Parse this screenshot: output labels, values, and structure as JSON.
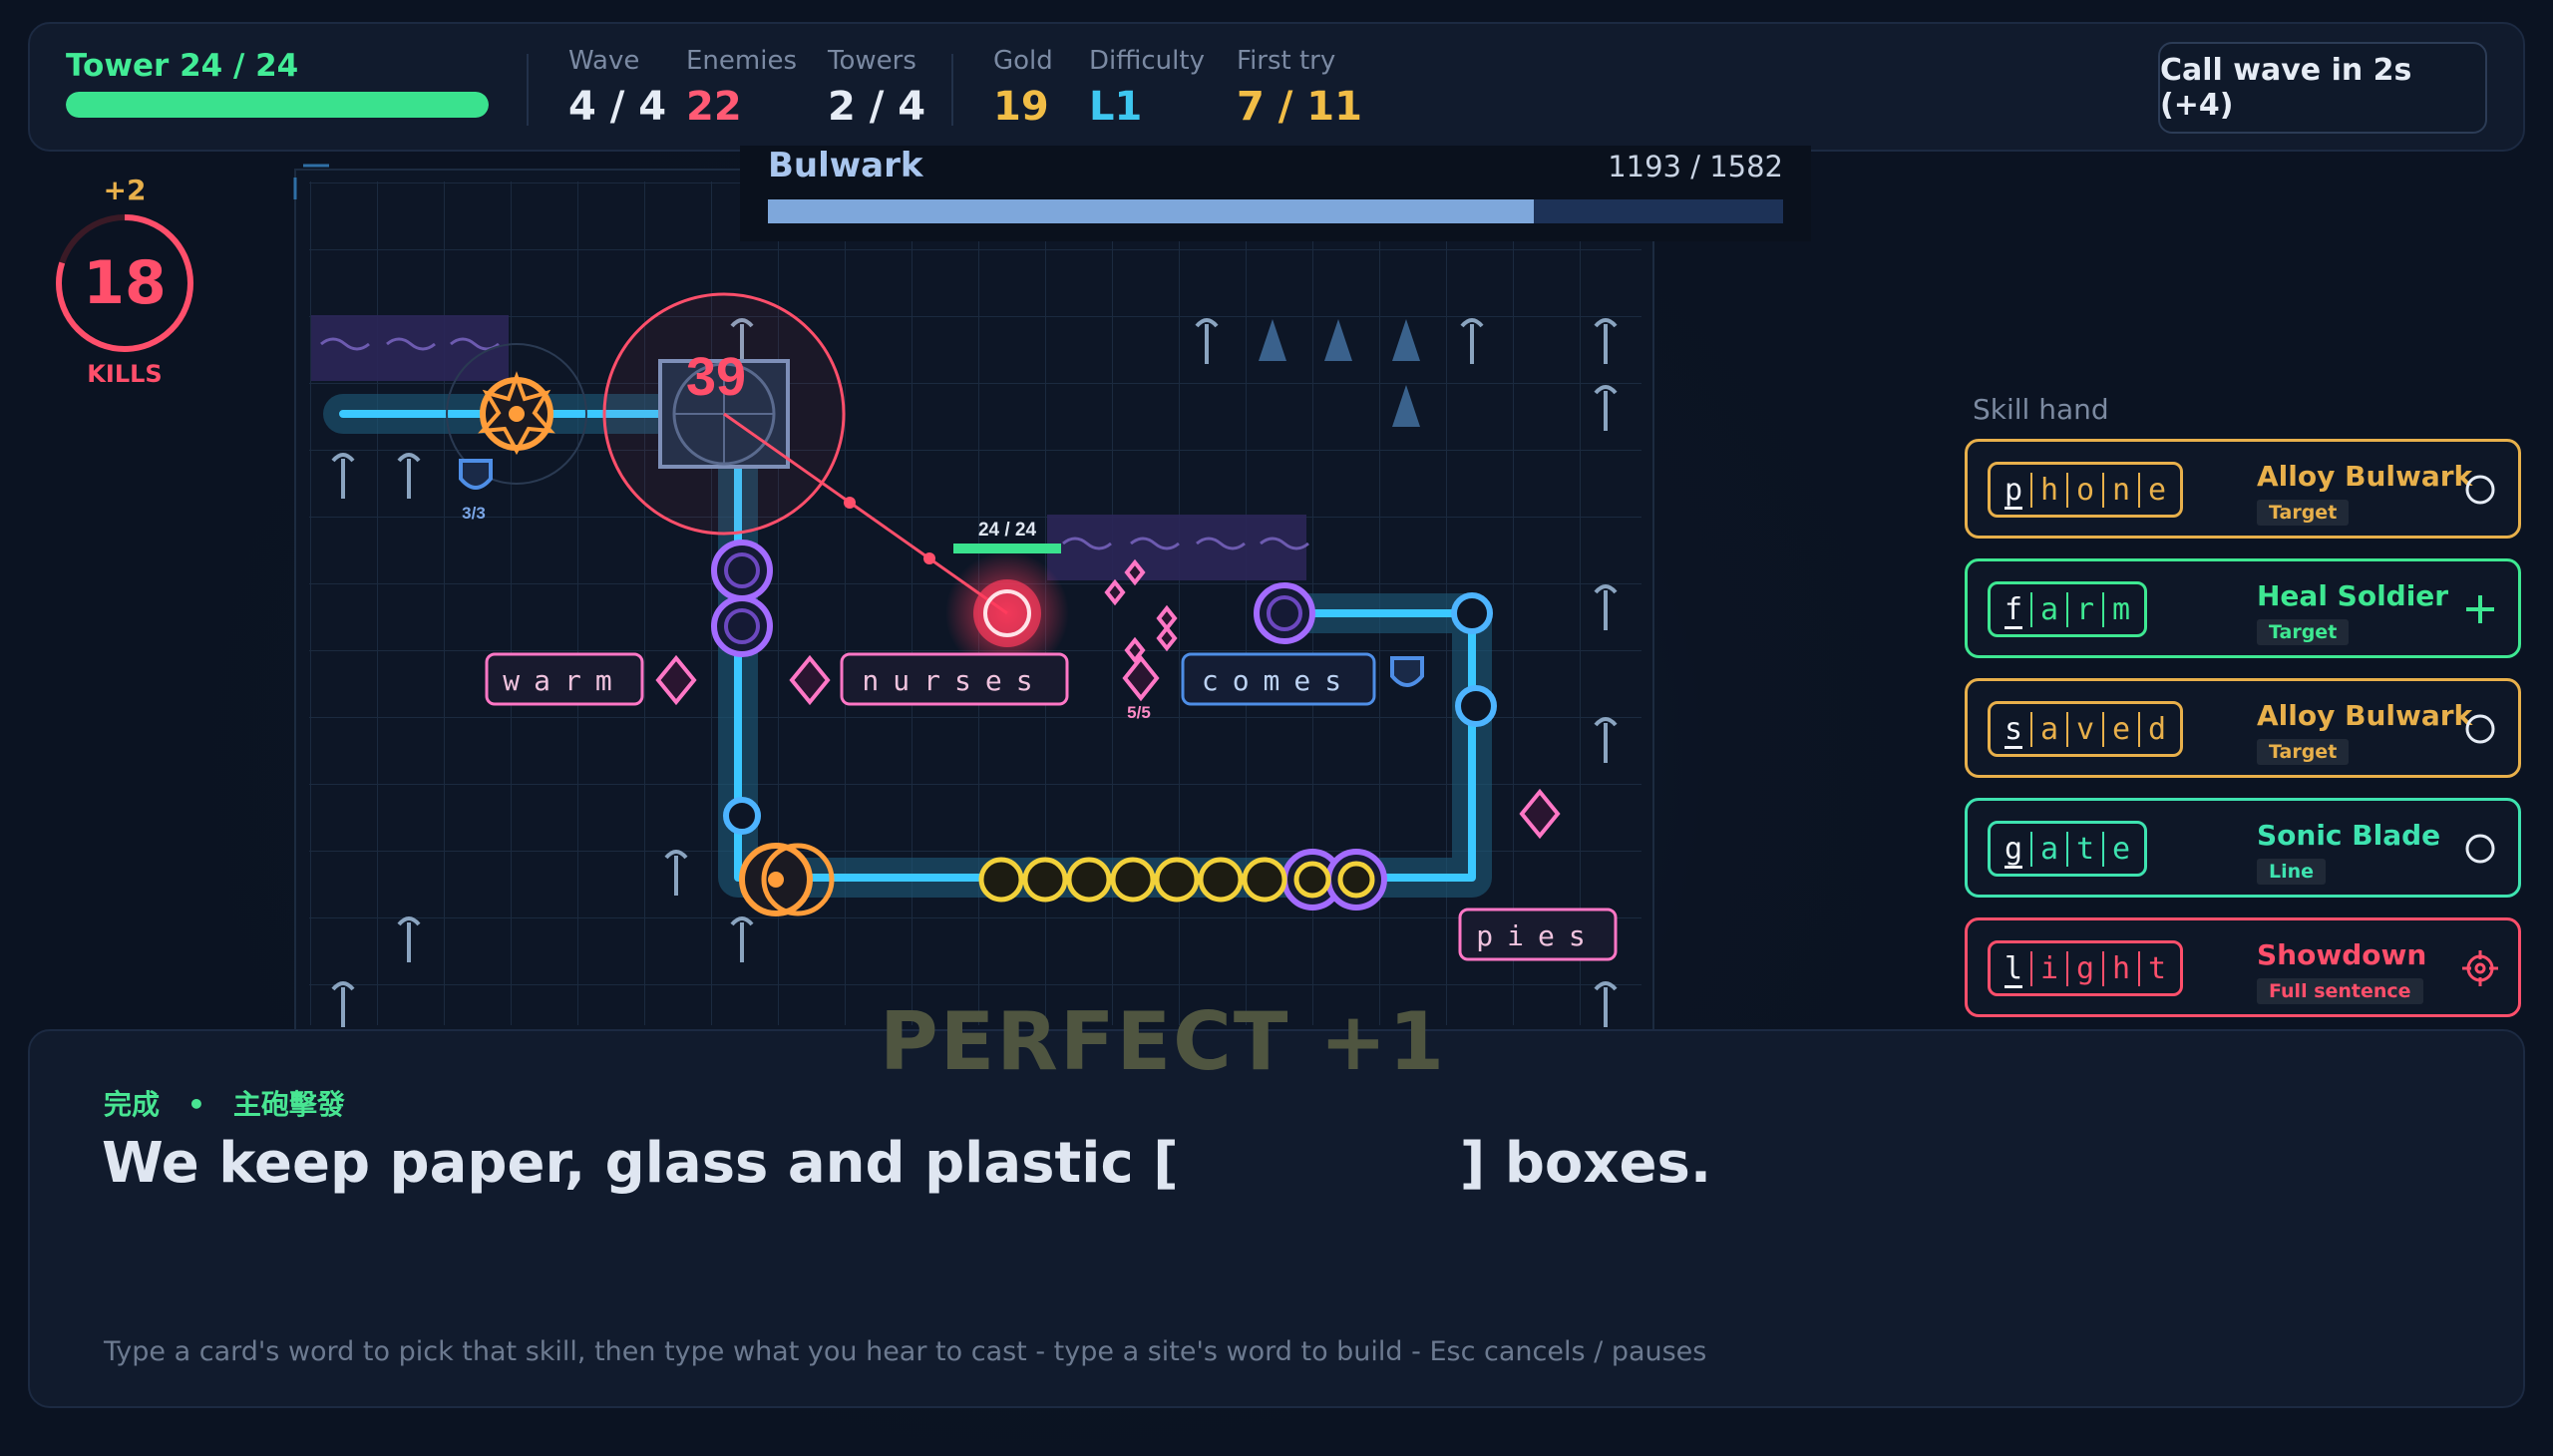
{
  "hud": {
    "tower_label": "Tower 24 / 24",
    "tower_hp_fraction": 1.0,
    "stats": [
      {
        "label": "Wave",
        "value": "4 / 4",
        "color": "#e6ecf5"
      },
      {
        "label": "Enemies",
        "value": "22",
        "color": "#ff5a74"
      },
      {
        "label": "Towers",
        "value": "2 / 4",
        "color": "#e6ecf5"
      },
      {
        "label": "Gold",
        "value": "19",
        "color": "#f1bd46"
      },
      {
        "label": "Difficulty",
        "value": "L1",
        "color": "#3ec7f0"
      },
      {
        "label": "First try",
        "value": "7 / 11",
        "color": "#f1bd46"
      }
    ],
    "call_wave_label": "Call wave in 2s (+4)"
  },
  "kills": {
    "plus": "+2",
    "count": "18",
    "label": "KILLS",
    "ring_fraction": 0.8
  },
  "boss": {
    "name": "Bulwark",
    "hp_text": "1193 / 1582",
    "hp_fraction": 0.754
  },
  "board": {
    "target_number": "39",
    "ally_hp": "24 / 24",
    "shield_counts": [
      "3/3",
      "5/5"
    ],
    "site_words": [
      "warm",
      "nurses",
      "comes",
      "pies"
    ]
  },
  "skill_hand": {
    "title": "Skill hand",
    "cards": [
      {
        "word": "phone",
        "name": "Alloy Bulwark",
        "tag": "Target",
        "color": "#e8b04b",
        "icon": "circle-icon"
      },
      {
        "word": "farm",
        "name": "Heal Soldier",
        "tag": "Target",
        "color": "#3ee892",
        "icon": "plus-icon"
      },
      {
        "word": "saved",
        "name": "Alloy Bulwark",
        "tag": "Target",
        "color": "#e8b04b",
        "icon": "circle-icon"
      },
      {
        "word": "gate",
        "name": "Sonic Blade",
        "tag": "Line",
        "color": "#3ee3b0",
        "icon": "circle-icon"
      },
      {
        "word": "light",
        "name": "Showdown",
        "tag": "Full sentence",
        "color": "#ff4f6b",
        "icon": "crosshair-icon"
      }
    ]
  },
  "feedback": {
    "perfect": "PERFECT  +1"
  },
  "prompt": {
    "status_left": "完成",
    "status_right": "主砲擊發",
    "sentence_before": "We keep paper, glass and plastic [",
    "sentence_after": "] boxes.",
    "hint": "Type a card's word to pick that skill, then type what you hear to cast  -  type a site's word to build  -  Esc cancels / pauses"
  }
}
